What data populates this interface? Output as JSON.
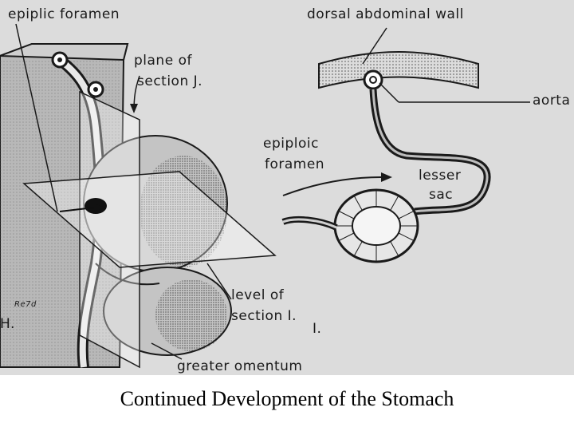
{
  "labels": {
    "epiplic_foramen_top": "epiplic foramen",
    "dorsal_abdominal_wall": "dorsal abdominal wall",
    "plane_of_section_line1": "plane of",
    "plane_of_section_line2": "section J.",
    "aorta": "aorta",
    "epiploic_foramen_line1": "epiploic",
    "epiploic_foramen_line2": "foramen",
    "lesser_sac_line1": "lesser",
    "lesser_sac_line2": "sac",
    "level_of_section_line1": "level of",
    "level_of_section_line2": "section I.",
    "figure_h": "H.",
    "figure_i": "I.",
    "greater_omentum": "greater omentum",
    "signature": "Re7d"
  },
  "caption": "Continued Development of the Stomach",
  "colors": {
    "background": "#dcdcdc",
    "ink": "#1a1a1a",
    "shade": "#9a9a9a"
  }
}
